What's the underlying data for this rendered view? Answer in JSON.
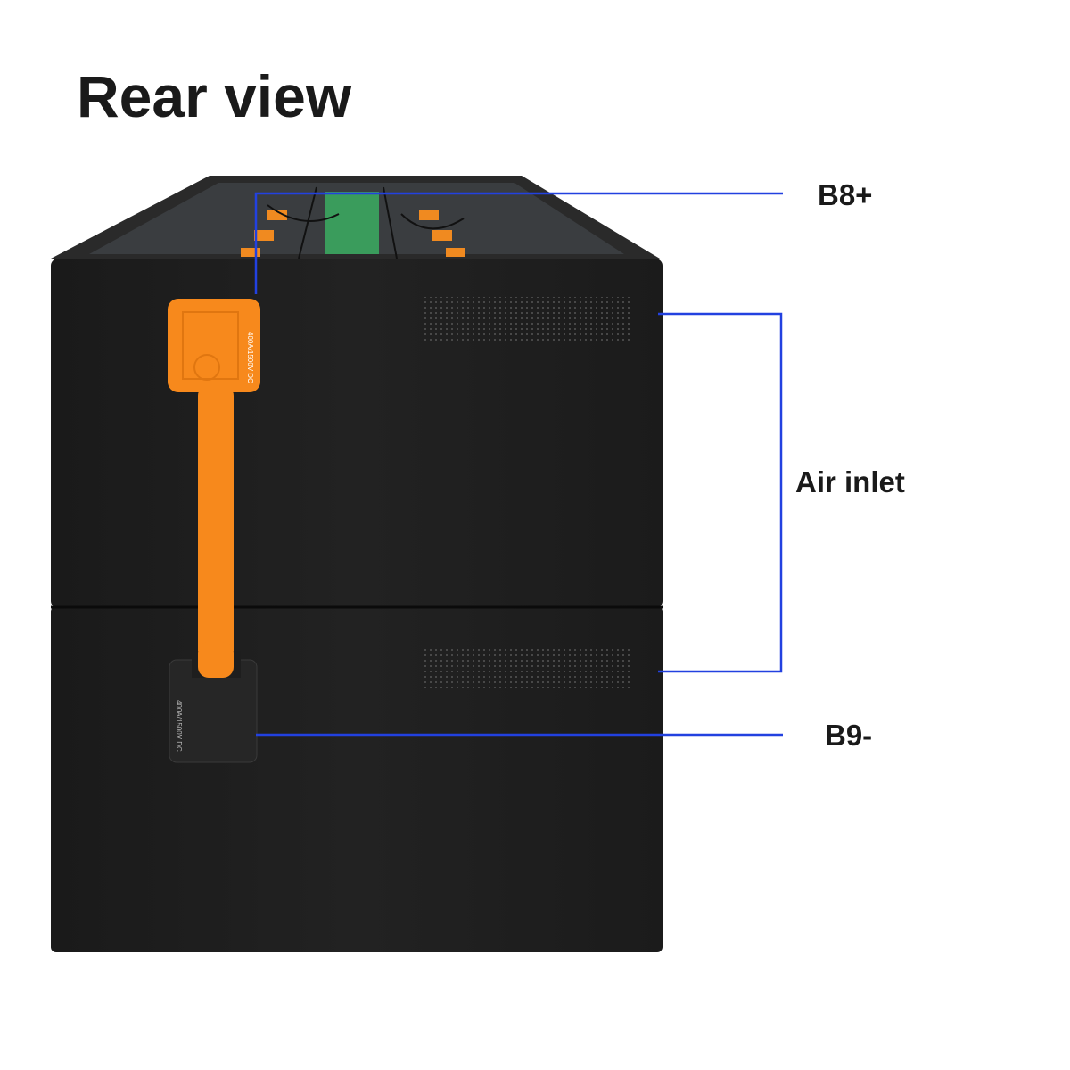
{
  "title": "Rear view",
  "callouts": {
    "b8_plus": "B8+",
    "air_inlet": "Air inlet",
    "b9_minus": "B9-"
  },
  "connector_marking": "400A/1500V DC",
  "colors": {
    "callout_line": "#2241e0",
    "cabinet": "#1c1c1c",
    "connector_orange": "#f7891c",
    "connector_black": "#222222"
  }
}
